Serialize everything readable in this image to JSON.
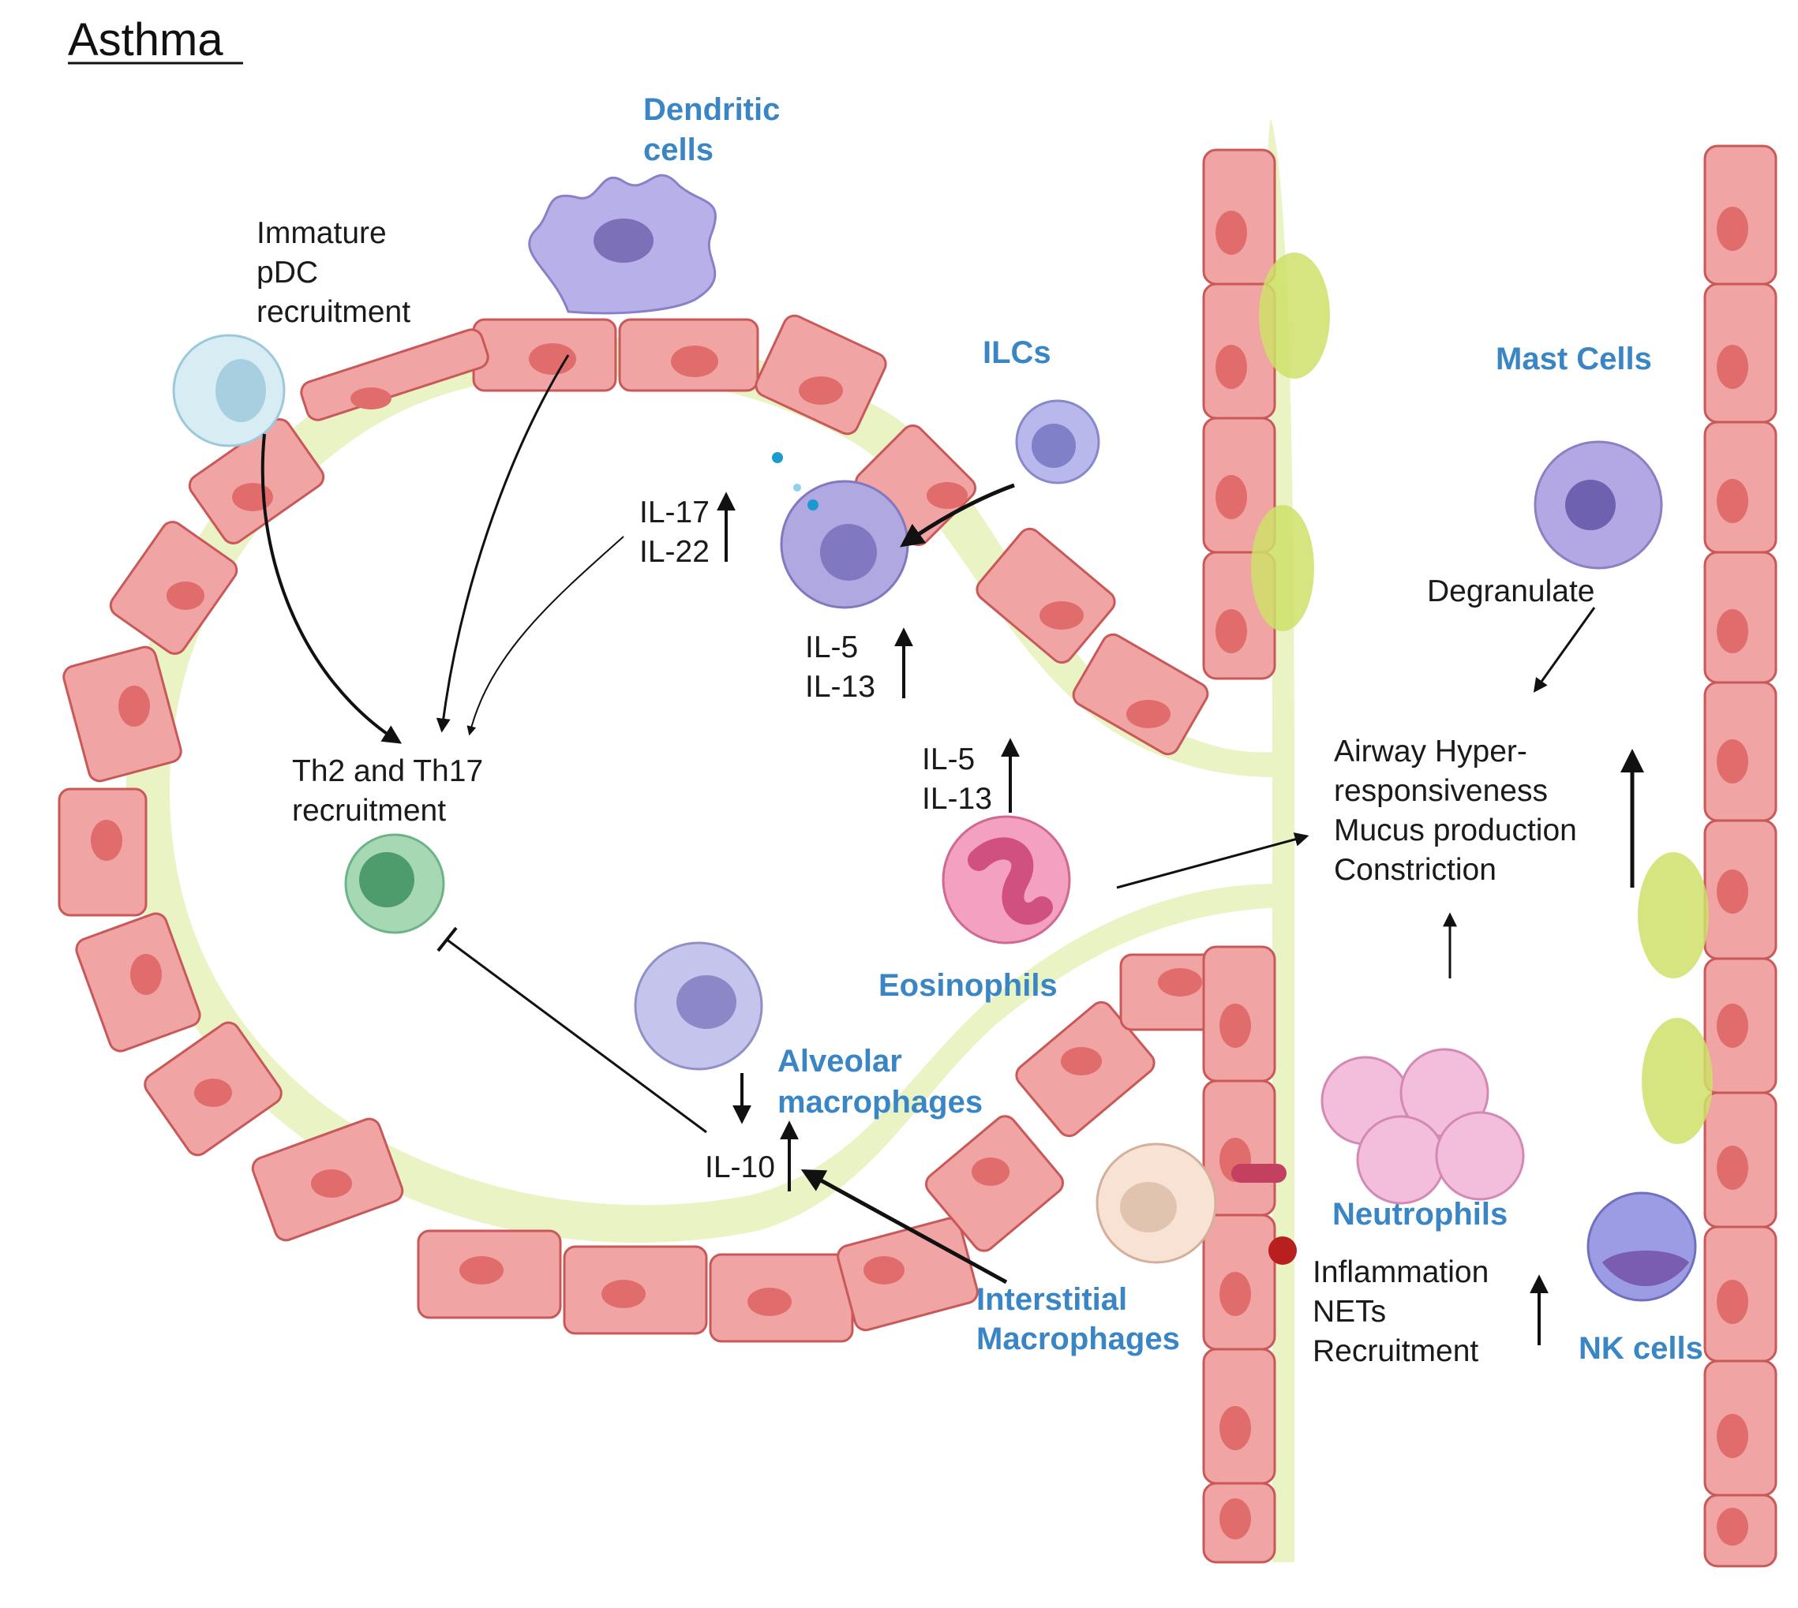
{
  "title": "Asthma",
  "cells": {
    "dendritic": [
      "Dendritic",
      "cells"
    ],
    "ilcs": "ILCs",
    "mast": "Mast Cells",
    "eosinophils": "Eosinophils",
    "alveolar": [
      "Alveolar",
      "macrophages"
    ],
    "interstitial": [
      "Interstitial",
      "Macrophages"
    ],
    "neutrophils": "Neutrophils",
    "nk": "NK cells"
  },
  "labels": {
    "immature_pdc": [
      "Immature",
      "pDC",
      "recruitment"
    ],
    "th": [
      "Th2 and Th17",
      "recruitment"
    ],
    "il17_22": [
      "IL-17",
      "IL-22"
    ],
    "il5_13_a": [
      "IL-5",
      "IL-13"
    ],
    "il5_13_b": [
      "IL-5",
      "IL-13"
    ],
    "il10": "IL-10",
    "degranulate": "Degranulate",
    "airway": [
      "Airway Hyper-",
      "responsiveness",
      "Mucus production",
      "Constriction"
    ],
    "inflammation": [
      "Inflammation",
      "NETs",
      "Recruitment"
    ]
  },
  "colors": {
    "epithelium": "#f0a4a4",
    "nucleus": "#e06c6c",
    "mucus_layer": "#e9f3c4",
    "cell_label": "#3a86c4"
  }
}
